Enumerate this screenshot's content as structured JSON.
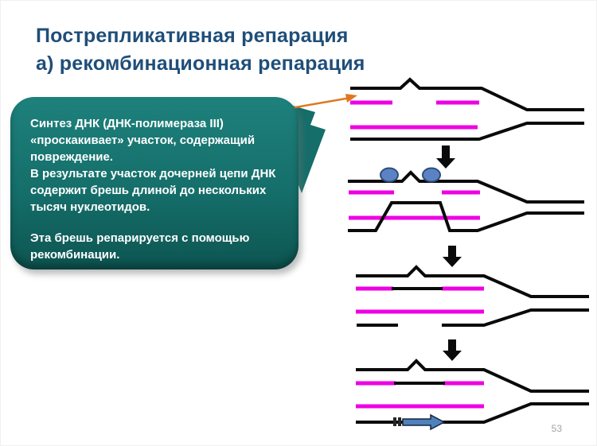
{
  "slide": {
    "title": {
      "line1": "Пострепликативная репарация",
      "line2": "а) рекомбинационная репарация"
    },
    "callout": {
      "paragraphs": {
        "p1": "Синтез ДНК (ДНК-полимераза III) «проскакивает» участок, содержащий повреждение.",
        "p2": "В результате участок дочерней цепи ДНК содержит брешь длиной до нескольких тысяч нуклеотидов.",
        "p3": "Эта брешь репарируется с помощью рекомбинации."
      }
    },
    "page_number": "53"
  },
  "diagram": {
    "stage_count": 4,
    "icons": {
      "lesion": "caret-bump-on-strand",
      "proteins": "two-blue-ovals",
      "polymerase": "blue-right-block-arrow",
      "step": "black-down-arrow",
      "pointer": "orange-arrow"
    }
  },
  "colors": {
    "title_blue": "#1f4e79",
    "callout_teal_light": "#1e817c",
    "callout_teal": "#156e6a",
    "callout_teal_dark": "#0d5551",
    "strand_black": "#0a0a0a",
    "daughter_magenta": "#ee00e4",
    "protein_blue": "#5b83c4",
    "protein_blue_dark": "#2c4d76",
    "polymerase_blue": "#4f81bd",
    "arrow_orange": "#e0771f",
    "page_gray": "#a3a3a3"
  }
}
